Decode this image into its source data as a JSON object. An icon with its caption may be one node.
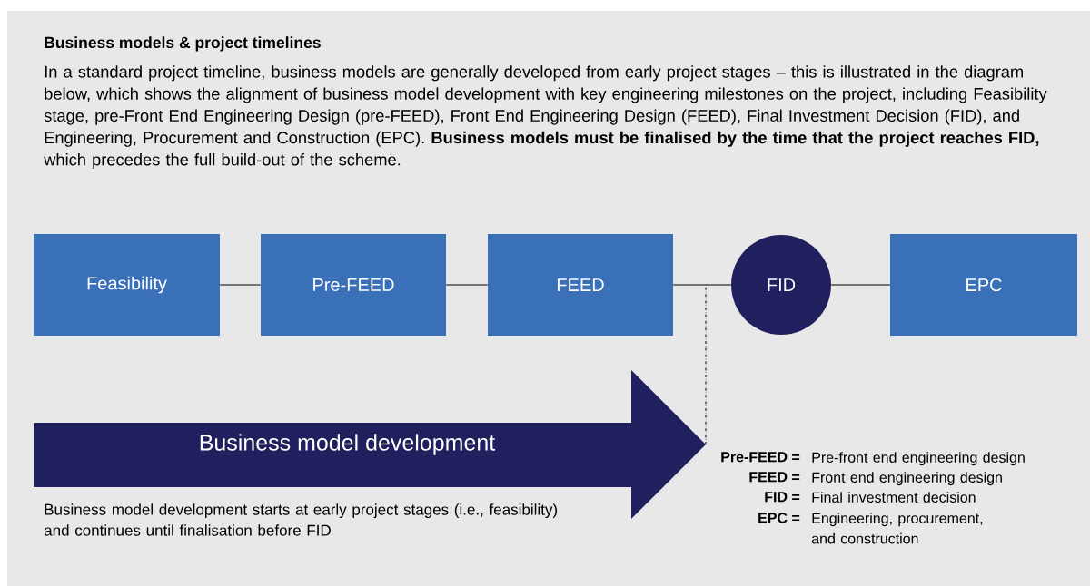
{
  "diagram": {
    "title": "Business models & project timelines",
    "nodes": [
      {
        "text": [
          "Feasibility"
        ]
      },
      {
        "text": [
          "Pre-FEED"
        ]
      },
      {
        "text": [
          "FEED"
        ]
      },
      {
        "text": [
          "FID"
        ]
      },
      {
        "text": [
          "EPC"
        ]
      },
      {
        "text": [
          "Business model development"
        ],
        "beside": [
          "Business model development starts at early project stages (i.e., feasibility) and continues until finalisation before FID"
        ]
      }
    ],
    "edges": [
      {
        "from": 0,
        "to": 1,
        "arrow": "none"
      },
      {
        "from": 1,
        "to": 2,
        "arrow": "none"
      },
      {
        "from": 2,
        "to": 3,
        "arrow": "none"
      },
      {
        "from": 3,
        "to": 4,
        "arrow": "none"
      },
      {
        "from": 5,
        "to": null,
        "arrow": "none",
        "style": "dashed"
      }
    ],
    "labels": [
      "In a standard project timeline, business models are generally developed from early project stages – this is illustrated in the diagram below, which shows the alignment of business model development with key engineering milestones on the project, including Feasibility stage, pre-Front End Engineering Design (pre-FEED), Front End Engineering Design (FEED), Final Investment Decision (FID), and Engineering, Procurement and Construction (EPC). **Business models must be finalised by the time that the project reaches FID,** which precedes the full build-out of the scheme.",
      "Pre-FEED =",
      "Pre-front end engineering design",
      "FEED =",
      "Front end engineering design",
      "FID =",
      "Final investment decision",
      "EPC =",
      "Engineering, procurement, and construction"
    ]
  }
}
